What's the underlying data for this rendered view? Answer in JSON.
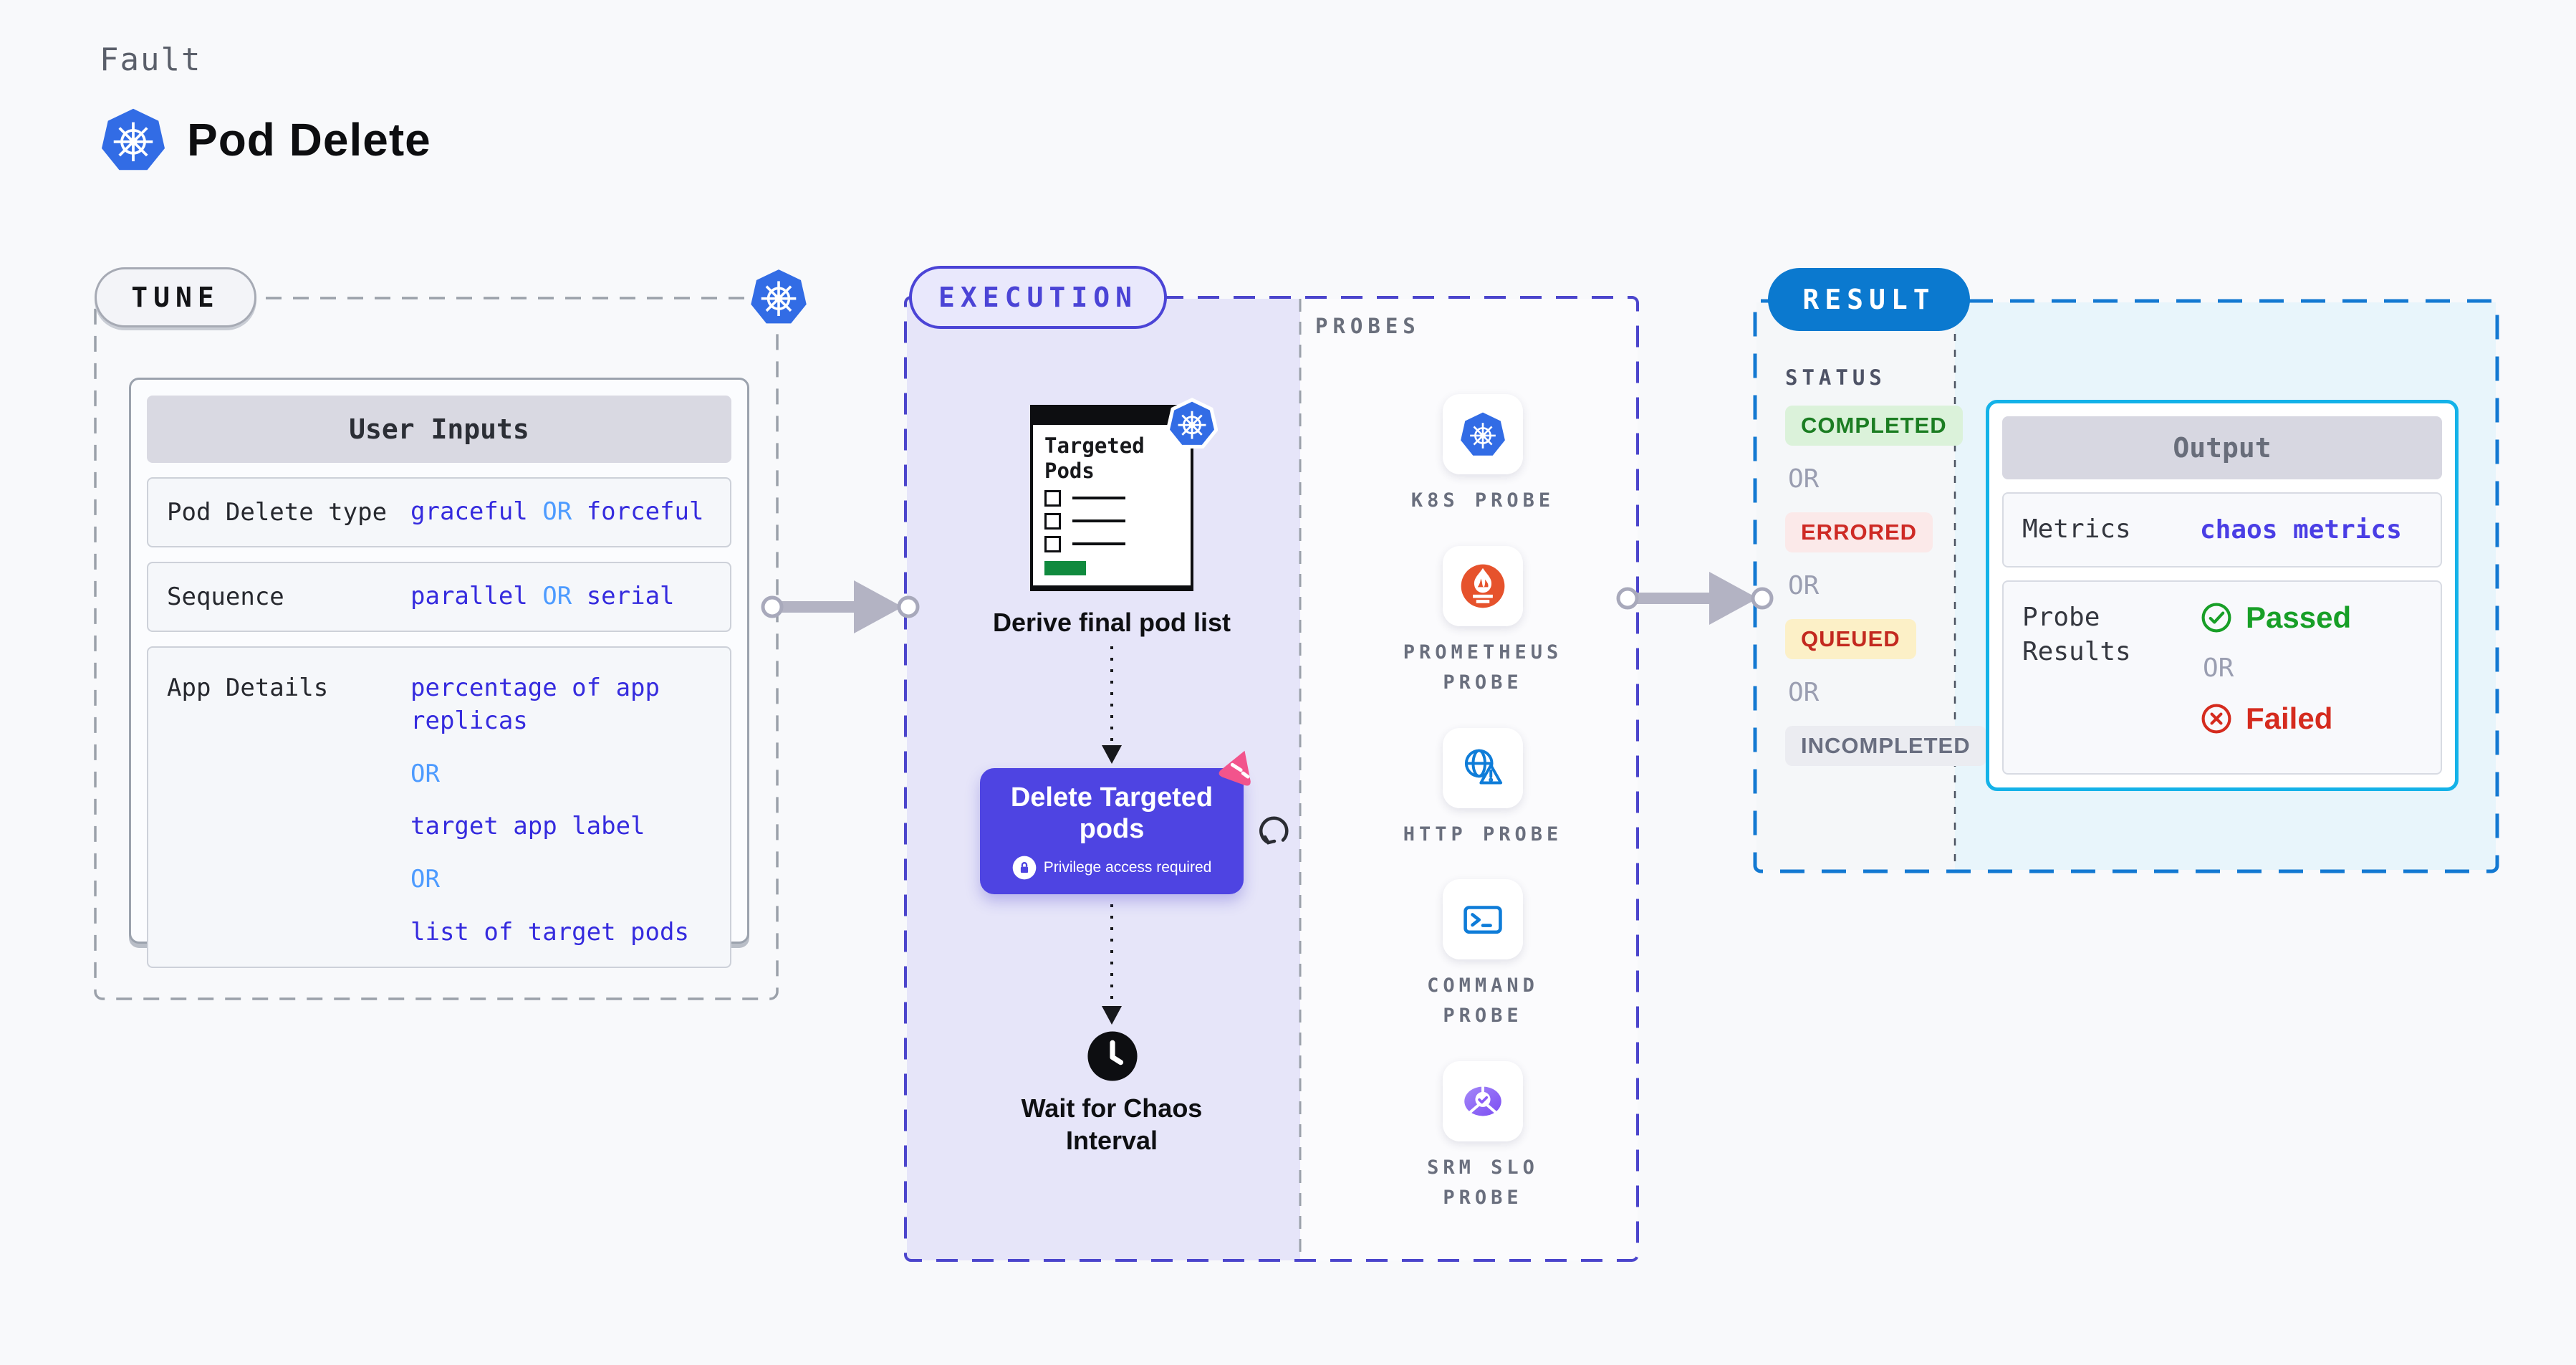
{
  "colors": {
    "k8s_blue": "#326CE5",
    "accent_indigo": "#4B44D6",
    "execution_fill": "#E6E5F9",
    "result_pill_blue": "#0B79CF",
    "result_dash_blue": "#1379D2",
    "output_border_cyan": "#14B2E8",
    "value_blue": "#352BDE",
    "or_light_blue": "#4D9BFF",
    "passed_green": "#189F27",
    "failed_red": "#D52B1E",
    "prometheus_orange": "#E6522C",
    "probe_icon_blue": "#0E7CD8",
    "srm_purple": "#8B5CF6",
    "chaos_pink": "#F2548C",
    "completed_badge": "#DBF2DA",
    "errored_badge": "#FBE9E9",
    "queued_badge": "#FCF0C7",
    "incompleted_badge": "#EBECF1"
  },
  "header": {
    "eyebrow": "Fault",
    "title": "Pod Delete",
    "title_icon": "kubernetes-icon"
  },
  "tune": {
    "label": "TUNE",
    "corner_icon": "kubernetes-icon",
    "user_inputs": {
      "title": "User Inputs",
      "rows": [
        {
          "label": "Pod Delete type",
          "v1": "graceful",
          "or1": "OR",
          "v2": "forceful"
        },
        {
          "label": "Sequence",
          "v1": "parallel",
          "or1": "OR",
          "v2": "serial"
        },
        {
          "label": "App Details",
          "v1": "percentage of app replicas",
          "or1": "OR",
          "v2": "target app label",
          "or2": "OR",
          "v3": "list of target pods"
        }
      ]
    }
  },
  "execution": {
    "label": "EXECUTION",
    "targeted_pods_title": "Targeted Pods",
    "targeted_pods_icon": "kubernetes-icon",
    "derive_caption": "Derive final pod list",
    "delete_title": "Delete Targeted pods",
    "delete_badge": "Privilege access required",
    "delete_badge_icon": "lock-icon",
    "delete_corner_icon": "chaos-pink-icon",
    "retry_icon": "retry-loop-icon",
    "wait_icon": "clock-icon",
    "wait_caption": "Wait for Chaos Interval",
    "probes_title": "PROBES",
    "probes": [
      {
        "name": "K8S PROBE",
        "icon": "kubernetes-probe-icon"
      },
      {
        "name": "PROMETHEUS PROBE",
        "icon": "prometheus-probe-icon"
      },
      {
        "name": "HTTP PROBE",
        "icon": "http-probe-icon"
      },
      {
        "name": "COMMAND PROBE",
        "icon": "command-probe-icon"
      },
      {
        "name": "SRM SLO PROBE",
        "icon": "srm-slo-probe-icon"
      }
    ]
  },
  "result": {
    "label": "RESULT",
    "status_title": "STATUS",
    "or_label": "OR",
    "statuses": [
      {
        "text": "COMPLETED",
        "kind": "completed"
      },
      {
        "text": "ERRORED",
        "kind": "errored"
      },
      {
        "text": "QUEUED",
        "kind": "queued"
      },
      {
        "text": "INCOMPLETED",
        "kind": "incompleted"
      }
    ],
    "output": {
      "title": "Output",
      "metrics_label": "Metrics",
      "metrics_value": "chaos metrics",
      "probe_results_label": "Probe Results",
      "passed_label": "Passed",
      "passed_icon": "check-circle-icon",
      "or_label": "OR",
      "failed_label": "Failed",
      "failed_icon": "x-circle-icon"
    }
  }
}
